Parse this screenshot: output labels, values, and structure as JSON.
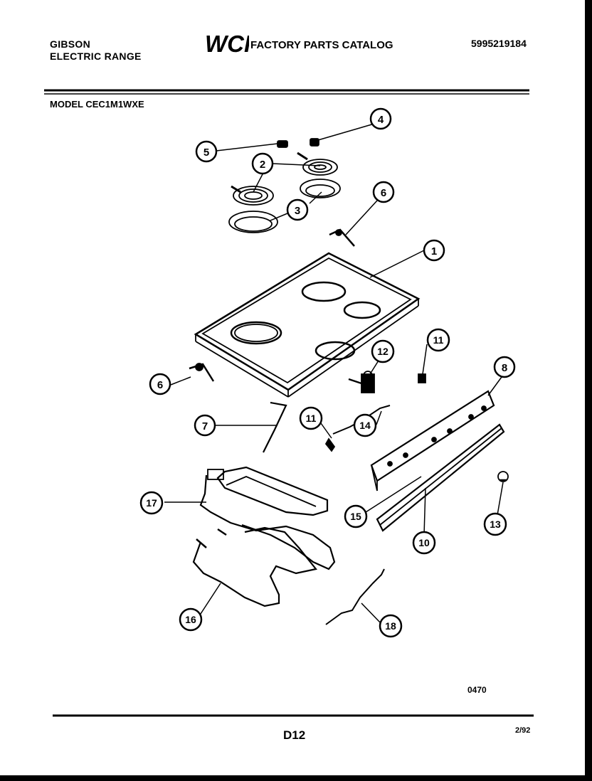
{
  "header": {
    "brand": "GIBSON",
    "product": "ELECTRIC RANGE",
    "logo_text": "WCI",
    "catalog_title": "FACTORY PARTS CATALOG",
    "catalog_number": "5995219184",
    "model": "MODEL CEC1M1WXE"
  },
  "diagram": {
    "callouts": [
      "1",
      "2",
      "3",
      "4",
      "5",
      "6",
      "6",
      "7",
      "8",
      "10",
      "11",
      "11",
      "12",
      "13",
      "14",
      "15",
      "16",
      "17",
      "18"
    ]
  },
  "footer": {
    "code": "0470",
    "page": "D12",
    "date": "2/92"
  }
}
